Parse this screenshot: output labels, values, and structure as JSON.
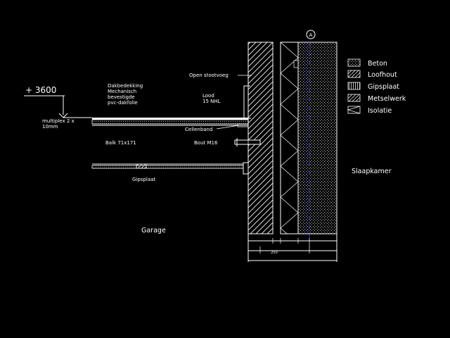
{
  "drawing": {
    "level_label": "+ 3600",
    "roof_note_lines": [
      "Dakbedekking",
      "Mechanisch",
      "bevestigde",
      "pvc-dakfolie"
    ],
    "multiplex_lines": [
      "multiplex 2 x",
      "10mm"
    ],
    "open_stootvoeg": "Open stootvoeg",
    "lood_lines": [
      "Lood",
      "15 NHL"
    ],
    "cellenband": "Cellenband",
    "balk": "Balk 71x171",
    "bout": "Bout M16",
    "gipsplaat": "Gipsplaat",
    "garage": "Garage",
    "slaapkamer": "Slaapkamer",
    "grid_marker": "A",
    "dimension_label": "250"
  },
  "legend": {
    "items": [
      {
        "label": "Beton",
        "pattern": "dots"
      },
      {
        "label": "Loofhout",
        "pattern": "diagonal"
      },
      {
        "label": "Gipsplaat",
        "pattern": "vertical"
      },
      {
        "label": "Metselwerk",
        "pattern": "diagonal"
      },
      {
        "label": "Isolatie",
        "pattern": "zigzag"
      }
    ]
  },
  "colors": {
    "background": "#000000",
    "line": "#ffffff",
    "axis": "#3a3aff"
  }
}
